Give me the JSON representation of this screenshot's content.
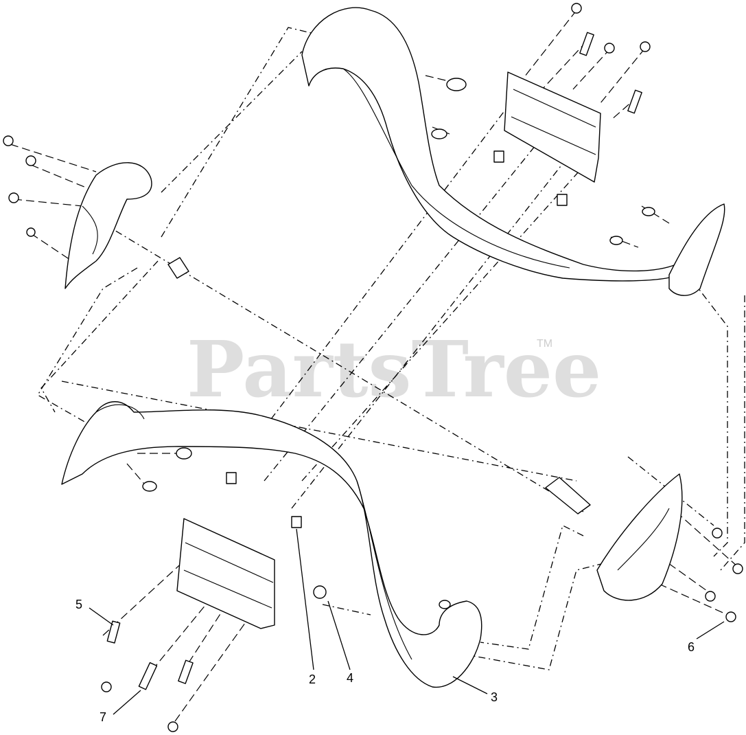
{
  "watermark": {
    "text": "PartsTree",
    "trademark": "TM"
  },
  "callouts": [
    {
      "id": "callout-5",
      "label": "5"
    },
    {
      "id": "callout-7",
      "label": "7"
    },
    {
      "id": "callout-2",
      "label": "2"
    },
    {
      "id": "callout-4",
      "label": "4"
    },
    {
      "id": "callout-3",
      "label": "3"
    },
    {
      "id": "callout-6",
      "label": "6"
    }
  ]
}
